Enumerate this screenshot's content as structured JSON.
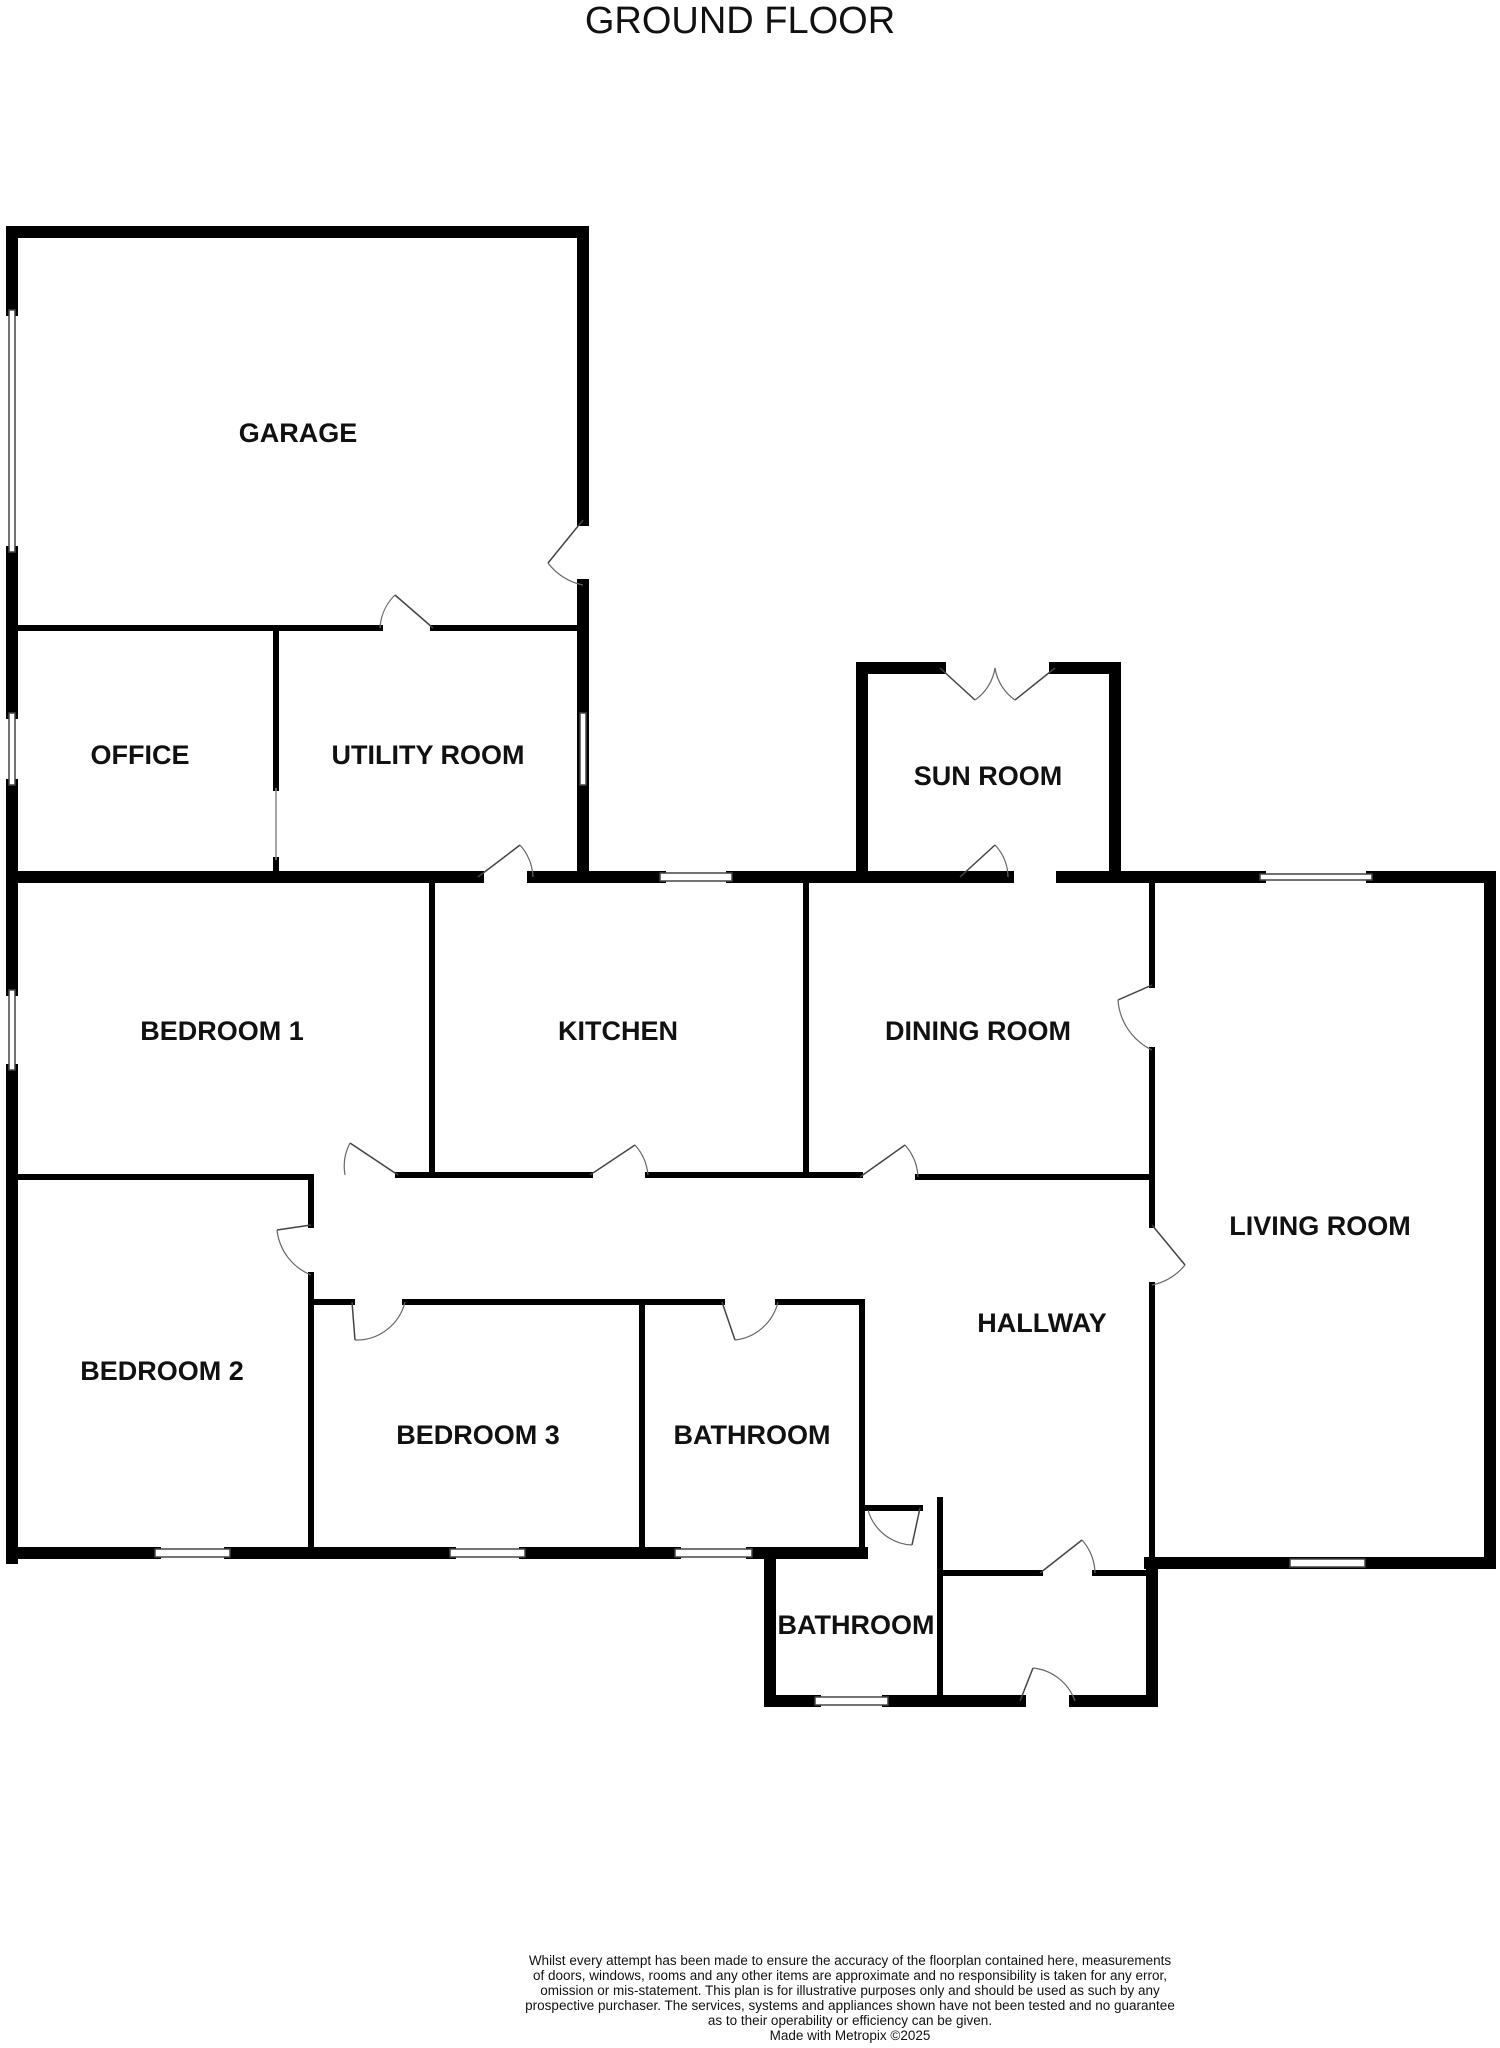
{
  "title": "GROUND FLOOR",
  "rooms": {
    "garage": "GARAGE",
    "office": "OFFICE",
    "utility": "UTILITY ROOM",
    "sun_room": "SUN ROOM",
    "bedroom1": "BEDROOM 1",
    "kitchen": "KITCHEN",
    "dining": "DINING ROOM",
    "living": "LIVING ROOM",
    "bedroom2": "BEDROOM 2",
    "hallway": "HALLWAY",
    "bedroom3": "BEDROOM 3",
    "bathroom": "BATHROOM",
    "bathroom2": "BATHROOM"
  },
  "disclaimer": {
    "line1": "Whilst every attempt has been made to ensure the accuracy of the floorplan contained here, measurements",
    "line2": "of doors, windows, rooms and any other items are approximate and no responsibility is taken for any error,",
    "line3": "omission or mis-statement. This plan is for illustrative purposes only and should be used as such by any",
    "line4": "prospective purchaser. The services, systems and appliances shown have not been tested and no guarantee",
    "line5": "as to their operability or efficiency can be given.",
    "line6": "Made with Metropix ©2025"
  }
}
